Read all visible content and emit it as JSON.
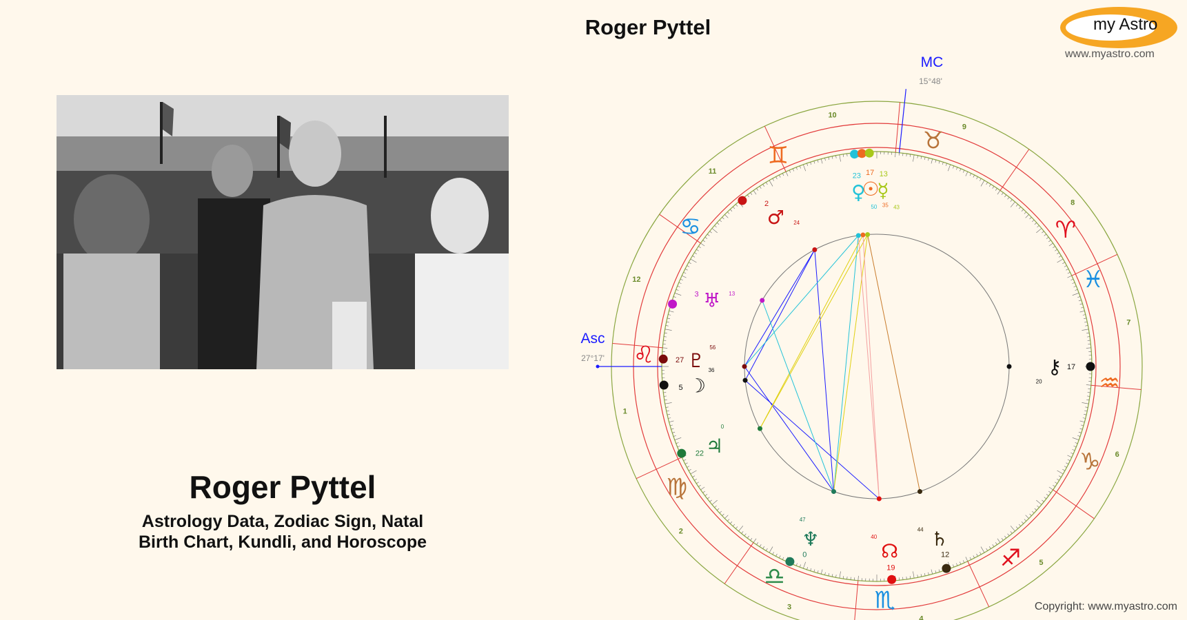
{
  "header": {
    "chart_title": "Roger Pyttel"
  },
  "logo": {
    "brand_my": "my",
    "brand_astro": "Astro",
    "site_url": "www.myastro.com"
  },
  "profile": {
    "name": "Roger Pyttel",
    "subtitle_line1": "Astrology Data, Zodiac Sign, Natal",
    "subtitle_line2": "Birth Chart, Kundli, and Horoscope"
  },
  "footer": {
    "copyright": "Copyright: www.myastro.com"
  },
  "chart": {
    "angles": [
      {
        "label": "MC",
        "degree": "15°48'",
        "color": "#1a1aff"
      },
      {
        "label": "Asc",
        "degree": "27°17'",
        "color": "#1a1aff"
      }
    ],
    "signs": [
      {
        "name": "aries",
        "glyph": "♈",
        "color": "#e0101e"
      },
      {
        "name": "taurus",
        "glyph": "♉",
        "color": "#b8743a"
      },
      {
        "name": "gemini",
        "glyph": "♊",
        "color": "#ee6a20"
      },
      {
        "name": "cancer",
        "glyph": "♋",
        "color": "#1a8fe0"
      },
      {
        "name": "leo",
        "glyph": "♌",
        "color": "#e0101e"
      },
      {
        "name": "virgo",
        "glyph": "♍",
        "color": "#b8743a"
      },
      {
        "name": "libra",
        "glyph": "♎",
        "color": "#2e8b4a"
      },
      {
        "name": "scorpio",
        "glyph": "♏",
        "color": "#1a8fe0"
      },
      {
        "name": "sagittarius",
        "glyph": "♐",
        "color": "#e0101e"
      },
      {
        "name": "capricorn",
        "glyph": "♑",
        "color": "#b8743a"
      },
      {
        "name": "aquarius",
        "glyph": "♒",
        "color": "#ee6a20"
      },
      {
        "name": "pisces",
        "glyph": "♓",
        "color": "#1a8fe0"
      }
    ],
    "house_numbers": [
      "1",
      "2",
      "3",
      "4",
      "5",
      "6",
      "7",
      "8",
      "9",
      "10",
      "11",
      "12"
    ],
    "planets": [
      {
        "name": "venus",
        "glyph": "♀",
        "deg": "23",
        "min": "50",
        "color": "#22c2d8"
      },
      {
        "name": "sun",
        "glyph": "☉",
        "deg": "17",
        "min": "35",
        "color": "#ee6a20"
      },
      {
        "name": "mercury",
        "glyph": "☿",
        "deg": "13",
        "min": "43",
        "color": "#a8c81a"
      },
      {
        "name": "mars",
        "glyph": "♂",
        "deg": "2",
        "min": "24",
        "color": "#c81414"
      },
      {
        "name": "uranus",
        "glyph": "♅",
        "deg": "3",
        "min": "13",
        "color": "#c018c8"
      },
      {
        "name": "pluto",
        "glyph": "♇",
        "deg": "27",
        "min": "56",
        "color": "#7a0a0a"
      },
      {
        "name": "moon",
        "glyph": "☽",
        "deg": "5",
        "min": "36",
        "color": "#111111"
      },
      {
        "name": "jupiter",
        "glyph": "♃",
        "deg": "22",
        "min": "0",
        "color": "#1f7a3a"
      },
      {
        "name": "neptune",
        "glyph": "♆",
        "deg": "0",
        "min": "47",
        "color": "#1f7a5a"
      },
      {
        "name": "node",
        "glyph": "☊",
        "deg": "19",
        "min": "40",
        "color": "#e01010"
      },
      {
        "name": "saturn",
        "glyph": "♄",
        "deg": "12",
        "min": "44",
        "color": "#3a2a10"
      },
      {
        "name": "chiron",
        "glyph": "⚷",
        "deg": "17",
        "min": "20",
        "color": "#111111"
      }
    ]
  }
}
